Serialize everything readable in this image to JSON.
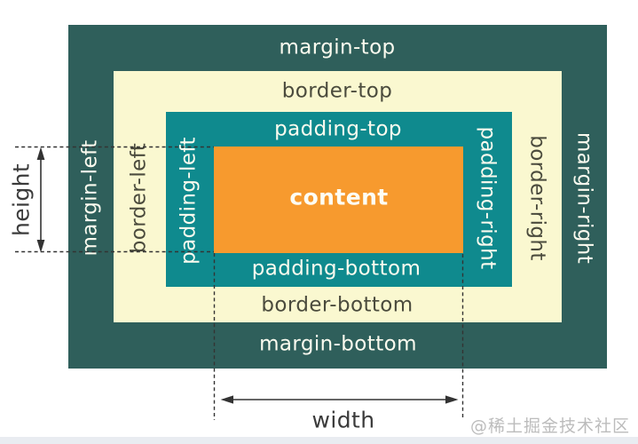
{
  "labels": {
    "margin_top": "margin-top",
    "border_top": "border-top",
    "padding_top": "padding-top",
    "content": "content",
    "padding_bottom": "padding-bottom",
    "border_bottom": "border-bottom",
    "margin_bottom": "margin-bottom",
    "margin_left": "margin-left",
    "border_left": "border-left",
    "padding_left": "padding-left",
    "padding_right": "padding-right",
    "border_right": "border-right",
    "margin_right": "margin-right"
  },
  "dimensions": {
    "height": "height",
    "width": "width"
  },
  "watermark": "@稀土掘金技术社区",
  "colors": {
    "margin_area": "#2F5F5B",
    "border_area": "#FAF8D0",
    "padding_area": "#0F8A8E",
    "content_area": "#F79A2E",
    "light_text": "#FBFBEF",
    "dark_text": "#4B4B3D",
    "dimension_line": "#333333",
    "watermark_text": "#BCBCBC",
    "footer_band": "#E9ECF1"
  }
}
